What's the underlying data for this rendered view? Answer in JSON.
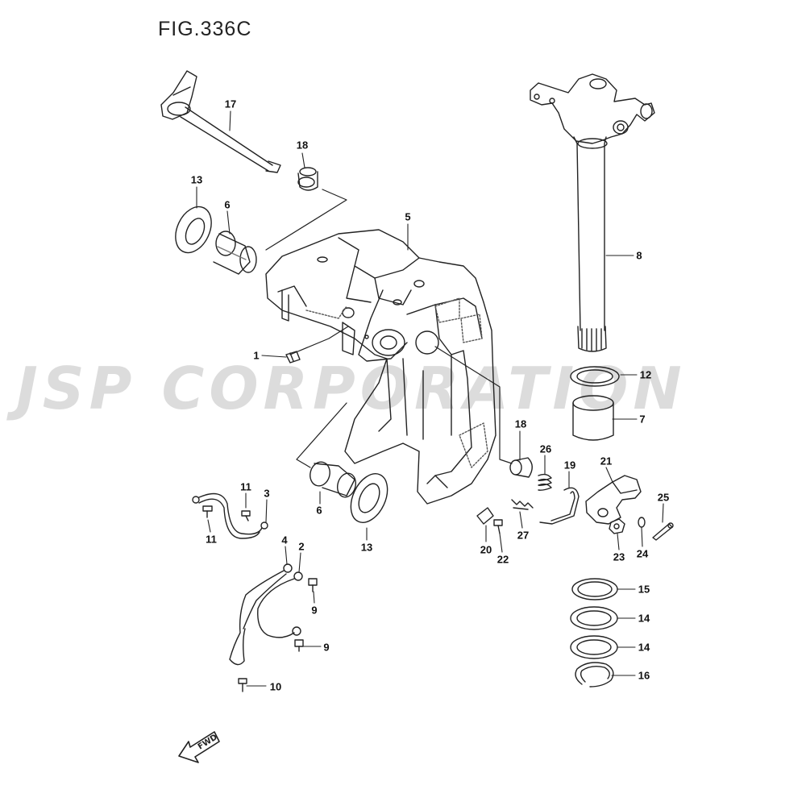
{
  "figure_title": "FIG.336C",
  "watermark": "JSP CORPORATION",
  "fwd_label": "FWD",
  "callouts": [
    {
      "id": "c17",
      "label": "17"
    },
    {
      "id": "c18a",
      "label": "18"
    },
    {
      "id": "c13a",
      "label": "13"
    },
    {
      "id": "c6a",
      "label": "6"
    },
    {
      "id": "c5",
      "label": "5"
    },
    {
      "id": "c8",
      "label": "8"
    },
    {
      "id": "c1",
      "label": "1"
    },
    {
      "id": "c12",
      "label": "12"
    },
    {
      "id": "c7",
      "label": "7"
    },
    {
      "id": "c18b",
      "label": "18"
    },
    {
      "id": "c26",
      "label": "26"
    },
    {
      "id": "c19",
      "label": "19"
    },
    {
      "id": "c21",
      "label": "21"
    },
    {
      "id": "c25",
      "label": "25"
    },
    {
      "id": "c11a",
      "label": "11"
    },
    {
      "id": "c3",
      "label": "3"
    },
    {
      "id": "c11b",
      "label": "11"
    },
    {
      "id": "c6b",
      "label": "6"
    },
    {
      "id": "c13b",
      "label": "13"
    },
    {
      "id": "c20",
      "label": "20"
    },
    {
      "id": "c22",
      "label": "22"
    },
    {
      "id": "c27",
      "label": "27"
    },
    {
      "id": "c23",
      "label": "23"
    },
    {
      "id": "c24",
      "label": "24"
    },
    {
      "id": "c4",
      "label": "4"
    },
    {
      "id": "c2",
      "label": "2"
    },
    {
      "id": "c9a",
      "label": "9"
    },
    {
      "id": "c9b",
      "label": "9"
    },
    {
      "id": "c10",
      "label": "10"
    },
    {
      "id": "c15",
      "label": "15"
    },
    {
      "id": "c14a",
      "label": "14"
    },
    {
      "id": "c14b",
      "label": "14"
    },
    {
      "id": "c16",
      "label": "16"
    }
  ]
}
